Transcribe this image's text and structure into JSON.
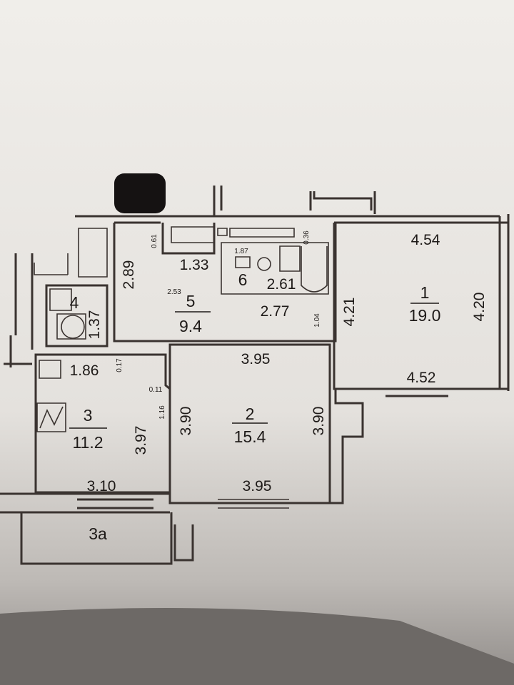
{
  "colors": {
    "paper_top": "#eeece8",
    "paper_bottom": "#b9b5b1",
    "ink": "#3a3330",
    "shadow": "#6d6966"
  },
  "rooms": [
    {
      "number": "1",
      "area": "19.0"
    },
    {
      "number": "2",
      "area": "15.4"
    },
    {
      "number": "3",
      "area": "11.2"
    },
    {
      "number": "4",
      "area": ""
    },
    {
      "number": "5",
      "area": "9.4"
    },
    {
      "number": "6",
      "area": ""
    },
    {
      "number": "3а",
      "area": ""
    }
  ],
  "dimensions": {
    "r1_top": "4.54",
    "r1_right": "4.20",
    "r1_bottom": "4.52",
    "r1_left": "4.21",
    "r2_top": "3.95",
    "r2_bottom": "3.95",
    "r2_left": "3.90",
    "r2_right": "3.90",
    "r3_top": "1.86",
    "r3_right": "3.97",
    "r3_bottom": "3.10",
    "r3_niche": "1.16",
    "r3_offset": "0.11",
    "r3_door": "0.17",
    "r4_side": "1.37",
    "r5_left": "2.89",
    "r5_top": "1.33",
    "r5_width": "2.53",
    "r5_bottom": "2.77",
    "r5_door": "0.61",
    "r5_niche": "1.04",
    "r6_width": "1.87",
    "r6_length": "2.61",
    "r6_offset": "0.36"
  }
}
